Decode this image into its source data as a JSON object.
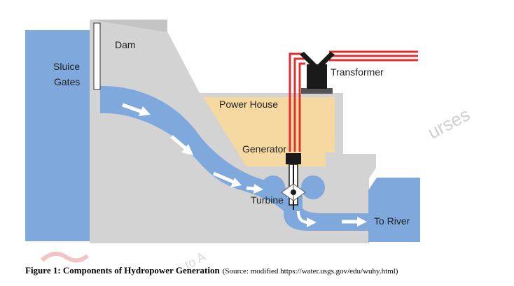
{
  "labels": {
    "dam": "Dam",
    "sluice_line1": "Sluice",
    "sluice_line2": "Gates",
    "power_house": "Power House",
    "generator": "Generator",
    "transformer": "Transformer",
    "turbine": "Turbine",
    "to_river": "To River"
  },
  "watermark": {
    "courses": "urses",
    "bottom": "to A"
  },
  "caption": {
    "title": "Figure 1: Components of Hydropower Generation",
    "source": "(Source: modified https://water.usgs.gov/edu/wuhy.html)"
  },
  "colors": {
    "water": "#7fa8dc",
    "dam": "#d3d3d3",
    "power_house": "#f5d9a0",
    "lines_red": "#e03030",
    "equipment": "#1a1a1a"
  }
}
